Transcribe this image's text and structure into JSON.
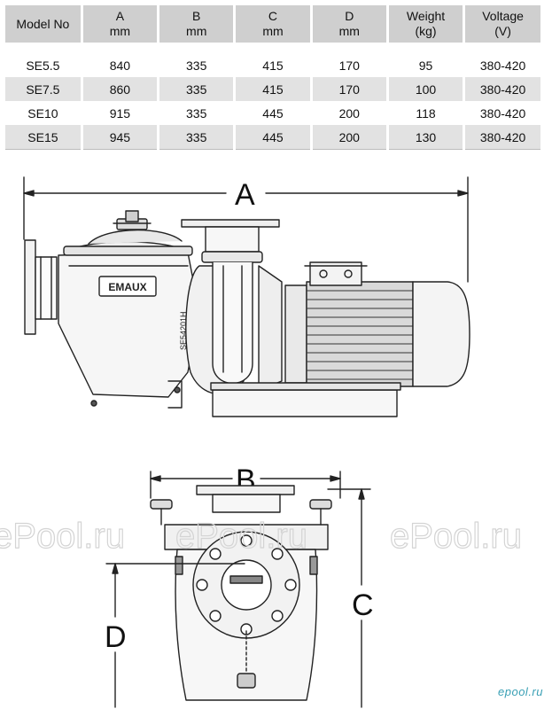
{
  "table": {
    "headers": [
      {
        "label": "Model No",
        "unit": ""
      },
      {
        "label": "A",
        "unit": "mm"
      },
      {
        "label": "B",
        "unit": "mm"
      },
      {
        "label": "C",
        "unit": "mm"
      },
      {
        "label": "D",
        "unit": "mm"
      },
      {
        "label": "Weight",
        "unit": "(kg)"
      },
      {
        "label": "Voltage",
        "unit": "(V)"
      }
    ],
    "rows": [
      [
        "SE5.5",
        "840",
        "335",
        "415",
        "170",
        "95",
        "380-420"
      ],
      [
        "SE7.5",
        "860",
        "335",
        "415",
        "170",
        "100",
        "380-420"
      ],
      [
        "SE10",
        "915",
        "335",
        "445",
        "200",
        "118",
        "380-420"
      ],
      [
        "SE15",
        "945",
        "335",
        "445",
        "200",
        "130",
        "380-420"
      ]
    ]
  },
  "dimensions": {
    "a": "A",
    "b": "B",
    "c": "C",
    "d": "D"
  },
  "brand_label": "EMAUX",
  "housing_code": "SE54201H",
  "watermark": "ePool.ru",
  "footer_logo": "epool.ru"
}
